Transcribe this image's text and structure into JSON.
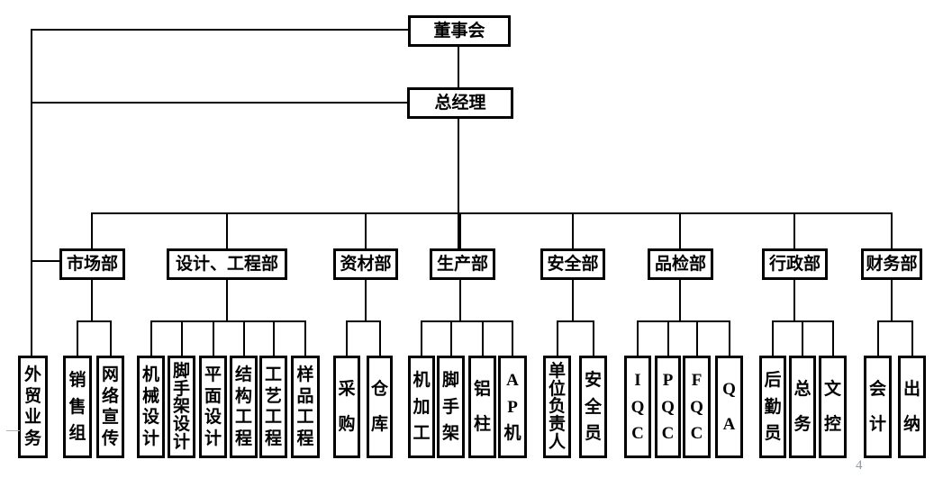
{
  "page": {
    "page_number": "4",
    "background": "#ffffff",
    "line_color": "#000000",
    "artifact_gray": "#b3b3b3"
  },
  "chart": {
    "root": "董事会",
    "executive": "总经理",
    "left_branch": "外贸业务",
    "departments": [
      {
        "label": "市场部",
        "children": [
          "销售组",
          "网络宣传"
        ]
      },
      {
        "label": "设计、工程部",
        "children": [
          "机械设计",
          "脚手架设计",
          "平面设计",
          "结构工程",
          "工艺工程",
          "样品工程"
        ]
      },
      {
        "label": "资材部",
        "children": [
          "采购",
          "仓库"
        ]
      },
      {
        "label": "生产部",
        "children": [
          "机加工",
          "脚手架",
          "铝柱",
          "AP机"
        ]
      },
      {
        "label": "安全部",
        "children": [
          "单位负责人",
          "安全员"
        ]
      },
      {
        "label": "品检部",
        "children": [
          "IQC",
          "PQC",
          "FQC",
          "QA"
        ]
      },
      {
        "label": "行政部",
        "children": [
          "后勤员",
          "总务",
          "文控"
        ]
      },
      {
        "label": "财务部",
        "children": [
          "会计",
          "出纳"
        ]
      }
    ]
  }
}
